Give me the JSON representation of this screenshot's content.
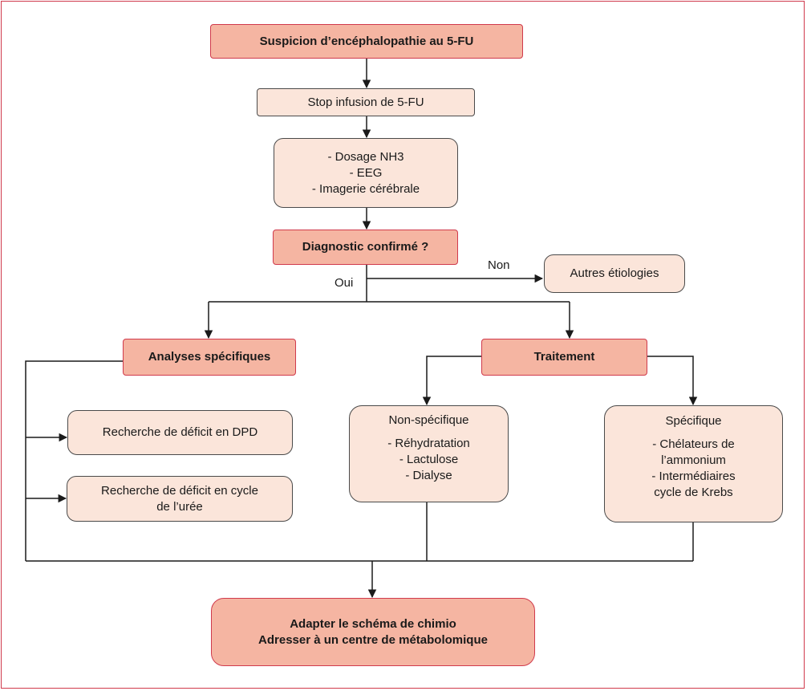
{
  "nodes": {
    "suspicion": "Suspicion d’encéphalopathie au 5-FU",
    "stop": "Stop infusion de 5-FU",
    "exams": [
      "- Dosage NH3",
      "- EEG",
      "- Imagerie cérébrale"
    ],
    "diagnostic": "Diagnostic confirmé ?",
    "autres": "Autres étiologies",
    "analyses": "Analyses spécifiques",
    "traitement": "Traitement",
    "dpd": "Recherche de déficit en DPD",
    "uree": [
      "Recherche de déficit en cycle",
      "de l’urée"
    ],
    "non_specifique": {
      "title": "Non-spécifique",
      "items": [
        "- Réhydratation",
        "- Lactulose",
        "- Dialyse"
      ]
    },
    "specifique": {
      "title": "Spécifique",
      "items": [
        "- Chélateurs de",
        "l’ammonium",
        "- Intermédiaires",
        "cycle de Krebs"
      ]
    },
    "adapter": [
      "Adapter le schéma de chimio",
      "Adresser à un centre de métabolomique"
    ]
  },
  "labels": {
    "non": "Non",
    "oui": "Oui"
  },
  "colors": {
    "dark_fill": "#f5b5a2",
    "light_fill": "#fbe5da",
    "accent_border": "#d03a4c",
    "line": "#1a1a1a"
  }
}
